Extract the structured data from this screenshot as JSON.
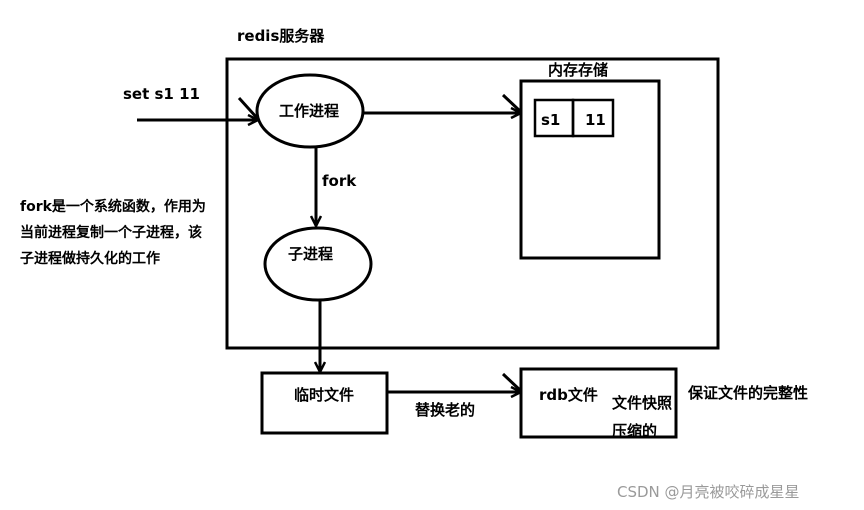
{
  "server": {
    "title": "redis服务器"
  },
  "input": {
    "command": "set s1 11"
  },
  "worker": {
    "label": "工作进程"
  },
  "fork_label": "fork",
  "child": {
    "label": "子进程"
  },
  "memory": {
    "title": "内存存储",
    "key": "s1",
    "value": "11"
  },
  "temp_file": {
    "label": "临时文件"
  },
  "replace_label": "替换老的",
  "rdb": {
    "label": "rdb文件",
    "note": "文件快照压缩的"
  },
  "integrity_note": "保证文件的完整性",
  "fork_description": "fork是一个系统函数，作用为当前进程复制一个子进程，该子进程做持久化的工作",
  "watermark": "CSDN @月亮被咬碎成星星"
}
